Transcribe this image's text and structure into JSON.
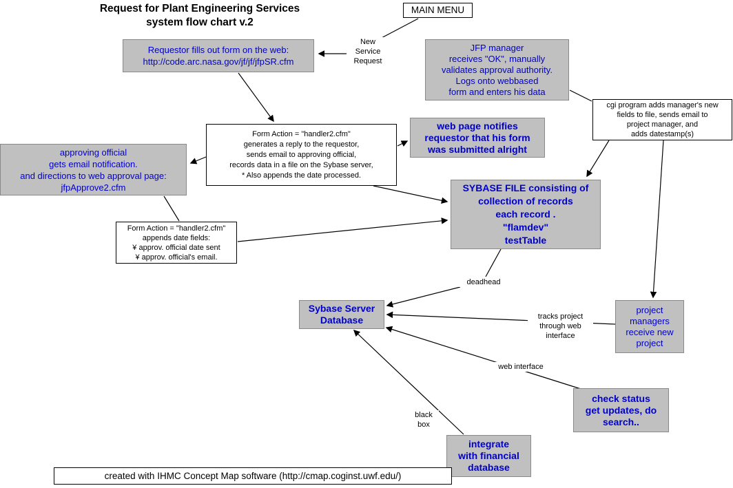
{
  "title": {
    "text": "Request for Plant Engineering Services\nsystem flow chart v.2"
  },
  "colors": {
    "node_fill": "#c0c0c0",
    "node_border": "#888888",
    "concept_text": "#0000cc",
    "plain_box_border": "#000000",
    "connector": "#000000",
    "background": "#ffffff"
  },
  "nodes": {
    "main_menu": {
      "text": "MAIN MENU"
    },
    "requestor": {
      "text": "Requestor fills out form on the web:\nhttp://code.arc.nasa.gov/jf/jf/jfpSR.cfm"
    },
    "jfp_manager": {
      "text": "JFP manager\nreceives \"OK\", manually\nvalidates approval authority.\nLogs onto webbased\nform and enters his data"
    },
    "cgi_program": {
      "text": "cgi program adds manager's new\nfields to file, sends email to\nproject manager, and\nadds datestamp(s)"
    },
    "form_action_reply": {
      "text": "Form Action = \"handler2.cfm\"\ngenerates a reply to the requestor,\nsends email to approving official,\nrecords  data  in a file on the Sybase server,\n* Also appends the date processed."
    },
    "web_page_notifies": {
      "text": "web page notifies\nrequestor that his form\nwas submitted alright"
    },
    "approving_official": {
      "text": "approving official\ngets email notification.\nand directions to web approval page:\njfpApprove2.cfm"
    },
    "sybase_file": {
      "text": "SYBASE FILE consisting of\ncollection of records\neach record .\n\"flamdev\"\ntestTable"
    },
    "form_action_dates": {
      "text": "Form Action = \"handler2.cfm\"\nappends date fields:\n¥ approv. official date sent\n¥ approv. official's email."
    },
    "sybase_server": {
      "text": "Sybase Server\nDatabase"
    },
    "project_managers": {
      "text": "project\nmanagers\nreceive new\nproject"
    },
    "check_status": {
      "text": "check status\nget  updates, do\nsearch.."
    },
    "integrate_financial": {
      "text": "integrate\nwith financial\ndatabase"
    }
  },
  "labels": {
    "new_service_request": {
      "text": "New\nService\nRequest"
    },
    "deadhead": {
      "text": "deadhead"
    },
    "tracks_project": {
      "text": "tracks project\nthrough web\ninterface"
    },
    "web_interface": {
      "text": "web interface"
    },
    "black_box": {
      "text": "black\nbox"
    }
  },
  "footer": {
    "text": "created with IHMC Concept Map software (http://cmap.coginst.uwf.edu/)"
  }
}
